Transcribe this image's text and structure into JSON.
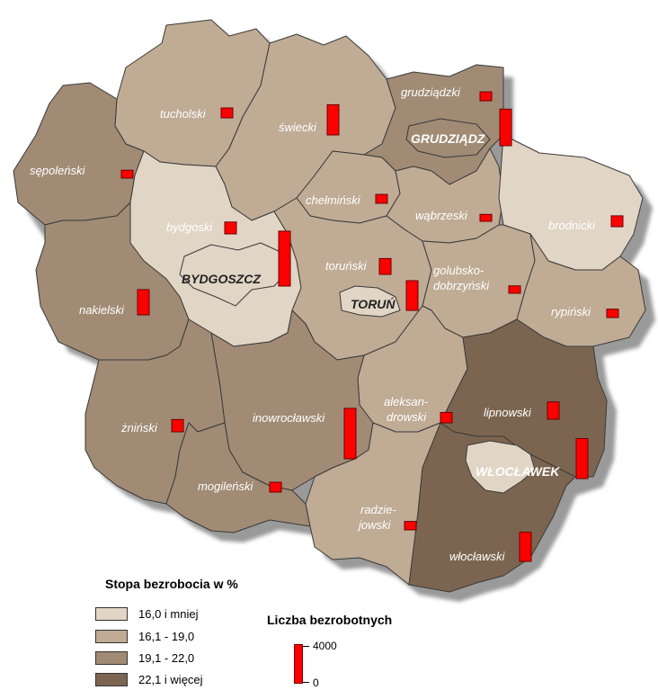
{
  "colors": {
    "class1": "#e1d5c5",
    "class2": "#c0ab95",
    "class3": "#a18b75",
    "class4": "#7c6550",
    "bar": "#ff0000",
    "shadow": "#9a9a9a"
  },
  "districts": [
    {
      "id": "tucholski",
      "label": "tucholski"
    },
    {
      "id": "swiecki",
      "label": "świecki"
    },
    {
      "id": "grudziadzki",
      "label": "grudziądzki"
    },
    {
      "id": "sepolenski",
      "label": "sępoleński"
    },
    {
      "id": "bydgoski",
      "label": "bydgoski"
    },
    {
      "id": "chelminski",
      "label": "chełmiński"
    },
    {
      "id": "wabrzeski",
      "label": "wąbrzeski"
    },
    {
      "id": "brodnicki",
      "label": "brodnicki"
    },
    {
      "id": "torunski",
      "label": "toruński"
    },
    {
      "id": "golubsko",
      "label": "golubsko-",
      "label2": "dobrzyński"
    },
    {
      "id": "nakielski",
      "label": "nakielski"
    },
    {
      "id": "rypinski",
      "label": "rypiński"
    },
    {
      "id": "aleksandrowski",
      "label": "aleksan-",
      "label2": "drowski"
    },
    {
      "id": "lipnowski",
      "label": "lipnowski"
    },
    {
      "id": "inowroclawski",
      "label": "inowrocławski"
    },
    {
      "id": "zninski",
      "label": "żniński"
    },
    {
      "id": "mogilenski",
      "label": "mogileński"
    },
    {
      "id": "radziejowski",
      "label": "radzie-",
      "label2": "jowski"
    },
    {
      "id": "wloclawski",
      "label": "włocławski"
    }
  ],
  "cities": [
    {
      "id": "grudziadz",
      "label": "GRUDZIĄDZ"
    },
    {
      "id": "bydgoszcz",
      "label": "BYDGOSZCZ"
    },
    {
      "id": "torun",
      "label": "TORUŃ"
    },
    {
      "id": "wloclawek",
      "label": "WŁOCŁAWEK"
    }
  ],
  "legend": {
    "title": "Stopa bezrobocia w %",
    "classes": [
      "16,0 i mniej",
      "16,1 - 19,0",
      "19,1 - 22,0",
      "22,1 i więcej"
    ]
  },
  "bar_legend": {
    "title": "Liczba bezrobotnych",
    "max_label": "4000",
    "min_label": "0",
    "max_value": 4000
  },
  "unemployed": {
    "tucholski": 1000,
    "swiecki": 3050,
    "grudziadzki": 900,
    "grudziadz": 3700,
    "sepolenski": 800,
    "bydgoski": 1200,
    "bydgoszcz": 5550,
    "chelminski": 900,
    "wabrzeski": 700,
    "brodnicki": 1100,
    "torunski": 1600,
    "torun": 3000,
    "golubsko": 750,
    "nakielski": 2550,
    "rypinski": 850,
    "aleksandrowski": 1050,
    "lipnowski": 1750,
    "wloclawek": 4050,
    "inowroclawski": 5100,
    "zninski": 1240,
    "mogilenski": 1000,
    "radziejowski": 850,
    "wloclawski": 2950
  }
}
